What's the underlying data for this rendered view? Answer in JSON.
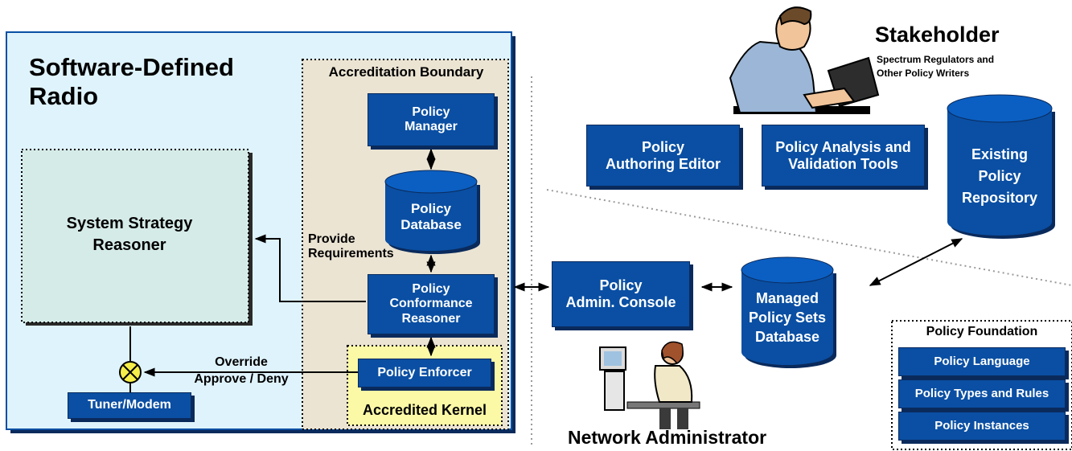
{
  "sdr": {
    "title": "Software-Defined\nRadio",
    "strategy_reasoner": "System Strategy\nReasoner",
    "tuner": "Tuner/Modem"
  },
  "accreditation": {
    "boundary_label": "Accreditation Boundary",
    "policy_manager": "Policy\nManager",
    "policy_database": "Policy\nDatabase",
    "conformance_reasoner": "Policy\nConformance\nReasoner",
    "policy_enforcer": "Policy Enforcer",
    "kernel_label": "Accredited Kernel"
  },
  "edges": {
    "provide_requirements": "Provide\nRequirements",
    "override_approve_deny": "Override\nApprove / Deny"
  },
  "stakeholder": {
    "title": "Stakeholder",
    "subtitle": "Spectrum Regulators and\nOther Policy Writers"
  },
  "tools": {
    "authoring_editor": "Policy\nAuthoring Editor",
    "analysis_tools": "Policy Analysis and\nValidation Tools",
    "existing_repository": "Existing\nPolicy\nRepository"
  },
  "admin": {
    "console": "Policy\nAdmin. Console",
    "managed_sets": "Managed\nPolicy Sets\nDatabase",
    "network_admin": "Network Administrator"
  },
  "foundation": {
    "title": "Policy Foundation",
    "items": [
      "Policy Language",
      "Policy Types and Rules",
      "Policy Instances"
    ]
  },
  "colors": {
    "box_blue": "#0a4fa3",
    "sdr_fill": "#dff3fc",
    "strategy_fill": "#d5ebe8",
    "boundary_fill": "#ebe4d3",
    "kernel_fill": "#fbf9a6"
  }
}
